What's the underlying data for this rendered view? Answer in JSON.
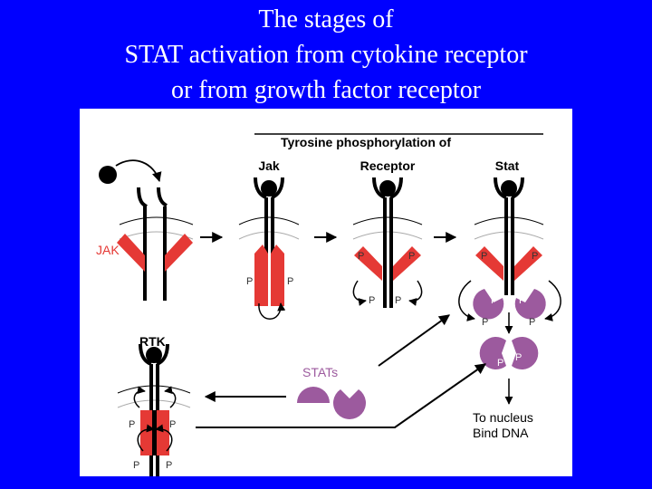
{
  "title": {
    "line1": "The stages of",
    "line2": "STAT activation from cytokine receptor",
    "line3": "or from growth factor receptor"
  },
  "diagram": {
    "header": "Tyrosine phosphorylation of",
    "stage_labels": {
      "jak": "Jak",
      "receptor": "Receptor",
      "stat": "Stat"
    },
    "jak_label": "JAK",
    "rtk_label": "RTK",
    "stats_label": "STATs",
    "phospho_label": "P",
    "nucleus_line1": "To nucleus",
    "nucleus_line2": "Bind DNA"
  },
  "colors": {
    "background": "#0000FF",
    "title_text": "#FFFFFF",
    "kinase_red": "#E53935",
    "stat_purple": "#9C5A9E",
    "receptor_black": "#000000"
  }
}
